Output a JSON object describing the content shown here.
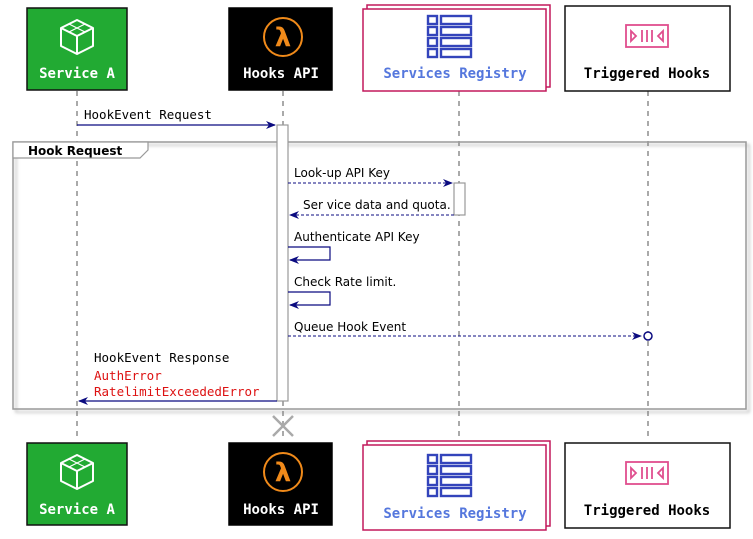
{
  "participants": {
    "service_a": {
      "label": "Service A",
      "fill": "#22aa33",
      "border": "#111111",
      "text_color": "#ffffff",
      "icon": "cube-icon"
    },
    "hooks_api": {
      "label": "Hooks API",
      "fill": "#000000",
      "border": "#000000",
      "text_color": "#ffffff",
      "icon": "lambda-icon",
      "icon_color": "#f08a1a"
    },
    "services_registry": {
      "label": "Services Registry",
      "fill": "#ffffff",
      "border": "#c2185b",
      "text_color": "#5577dd",
      "icon": "table-list-icon",
      "icon_color": "#3344bb"
    },
    "triggered_hooks": {
      "label": "Triggered Hooks",
      "fill": "#ffffff",
      "border": "#111111",
      "text_color": "#000000",
      "icon": "queue-icon",
      "icon_color": "#e04e8e"
    }
  },
  "group": {
    "label": "Hook Request"
  },
  "messages": {
    "hookevent_request": "HookEvent Request",
    "lookup_api_key": "Look-up API Key",
    "service_data": "Ser vice data and quota.",
    "authenticate": "Authenticate API Key",
    "check_rate": "Check Rate limit.",
    "queue_event": "Queue Hook Event",
    "response": "HookEvent Response",
    "auth_error": "AuthError",
    "ratelimit_error": "RatelimitExceededError"
  },
  "colors": {
    "arrow": "#0b0b80",
    "error": "#dd1111",
    "lifeline": "#aaaaaa"
  }
}
